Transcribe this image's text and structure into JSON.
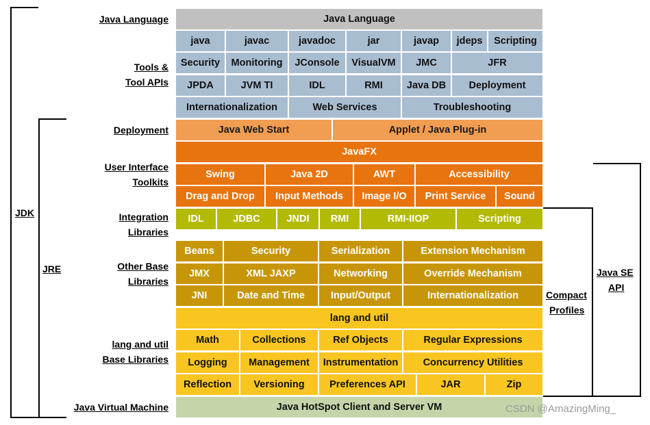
{
  "colors": {
    "gray": "#c0c0c0",
    "blue": "#a9bdd1",
    "light_orange": "#f19d52",
    "dark_orange": "#e8740f",
    "green": "#b3ba06",
    "gold": "#c79608",
    "yellow": "#f9c521",
    "pale_green": "#c5d5a9",
    "gap": "#ffffff"
  },
  "left_labels": {
    "java_language": "Java Language",
    "tools_1": "Tools &",
    "tools_2": "Tool APIs",
    "deployment": "Deployment",
    "ui_1": "User Interface",
    "ui_2": "Toolkits",
    "integ_1": "Integration",
    "integ_2": "Libraries",
    "other_1": "Other Base",
    "other_2": "Libraries",
    "lang_1": "lang and util",
    "lang_2": "Base Libraries",
    "jvm": "Java Virtual Machine"
  },
  "bracket_labels": {
    "jdk": "JDK",
    "jre": "JRE",
    "compact_1": "Compact",
    "compact_2": "Profiles",
    "javase_1": "Java SE",
    "javase_2": "API"
  },
  "rows": [
    {
      "color": "gray",
      "cells": [
        "Java Language"
      ]
    },
    {
      "color": "blue",
      "cells": [
        "java",
        "javac",
        "javadoc",
        "jar",
        "javap",
        "jdeps",
        "Scripting"
      ]
    },
    {
      "color": "blue",
      "cells": [
        "Security",
        "Monitoring",
        "JConsole",
        "VisualVM",
        "JMC",
        "JFR"
      ]
    },
    {
      "color": "blue",
      "cells": [
        "JPDA",
        "JVM TI",
        "IDL",
        "RMI",
        "Java DB",
        "Deployment"
      ]
    },
    {
      "color": "blue",
      "cells": [
        "Internationalization",
        "Web Services",
        "Troubleshooting"
      ]
    },
    {
      "color": "light_orange",
      "cells": [
        "Java Web Start",
        "Applet / Java Plug-in"
      ]
    },
    {
      "color": "dark_orange",
      "cells": [
        "JavaFX"
      ]
    },
    {
      "color": "dark_orange",
      "cells": [
        "Swing",
        "Java 2D",
        "AWT",
        "Accessibility"
      ]
    },
    {
      "color": "dark_orange",
      "cells": [
        "Drag and Drop",
        "Input Methods",
        "Image I/O",
        "Print Service",
        "Sound"
      ]
    },
    {
      "color": "green",
      "cells": [
        "IDL",
        "JDBC",
        "JNDI",
        "RMI",
        "RMI-IIOP",
        "Scripting"
      ]
    },
    {
      "color": "gold",
      "cells": [
        "Beans",
        "Security",
        "Serialization",
        "Extension Mechanism"
      ]
    },
    {
      "color": "gold",
      "cells": [
        "JMX",
        "XML JAXP",
        "Networking",
        "Override Mechanism"
      ]
    },
    {
      "color": "gold",
      "cells": [
        "JNI",
        "Date and Time",
        "Input/Output",
        "Internationalization"
      ]
    },
    {
      "color": "yellow",
      "cells": [
        "lang and util"
      ]
    },
    {
      "color": "yellow",
      "cells": [
        "Math",
        "Collections",
        "Ref Objects",
        "Regular Expressions"
      ]
    },
    {
      "color": "yellow",
      "cells": [
        "Logging",
        "Management",
        "Instrumentation",
        "Concurrency Utilities"
      ]
    },
    {
      "color": "yellow",
      "cells": [
        "Reflection",
        "Versioning",
        "Preferences API",
        "JAR",
        "Zip"
      ]
    },
    {
      "color": "pale_green",
      "cells": [
        "Java HotSpot Client and Server VM"
      ]
    }
  ],
  "watermark": "CSDN @AmazingMing_"
}
